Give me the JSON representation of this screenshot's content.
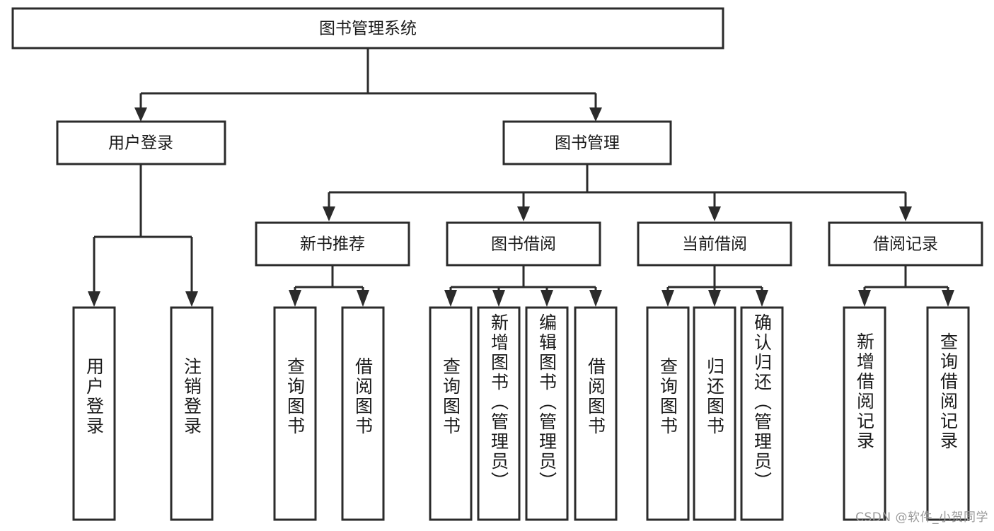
{
  "diagram": {
    "type": "hierarchy-tree",
    "title": "图书管理系统",
    "watermark": "CSDN @软件_小贺同学",
    "colors": {
      "stroke": "#2b2b2b",
      "fill": "#ffffff",
      "text": "#1a1a1a",
      "watermark": "#9a9a9a"
    },
    "root": {
      "label": "图书管理系统"
    },
    "level2": [
      {
        "label": "用户登录"
      },
      {
        "label": "图书管理"
      }
    ],
    "level3": [
      {
        "label": "新书推荐"
      },
      {
        "label": "图书借阅"
      },
      {
        "label": "当前借阅"
      },
      {
        "label": "借阅记录"
      }
    ],
    "leaves": {
      "user_login": [
        {
          "label": "用户登录"
        },
        {
          "label": "注销登录"
        }
      ],
      "new_book": [
        {
          "label": "查询图书"
        },
        {
          "label": "借阅图书"
        }
      ],
      "book_borrow": [
        {
          "label": "查询图书"
        },
        {
          "label": "新增图书（管理员）"
        },
        {
          "label": "编辑图书（管理员）"
        },
        {
          "label": "借阅图书"
        }
      ],
      "current_borrow": [
        {
          "label": "查询图书"
        },
        {
          "label": "归还图书"
        },
        {
          "label": "确认归还（管理员）"
        }
      ],
      "borrow_record": [
        {
          "label": "新增借阅记录"
        },
        {
          "label": "查询借阅记录"
        }
      ]
    }
  }
}
